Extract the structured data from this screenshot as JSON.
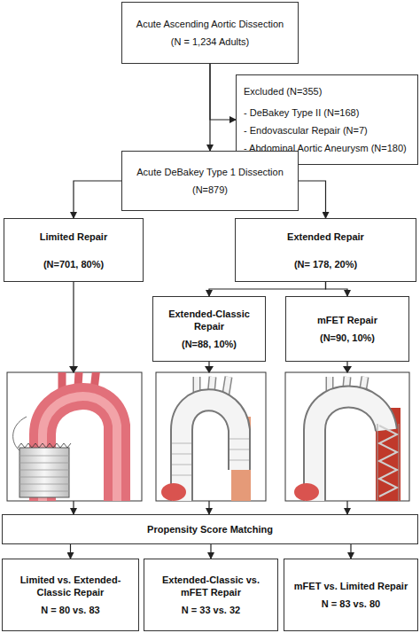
{
  "diagram": {
    "nodes": [
      {
        "text": [
          "Acute Ascending Aortic Dissection",
          "(N = 1,234 Adults)"
        ]
      },
      {
        "text": [
          "Excluded (N=355)",
          "- DeBakey Type II (N=168)",
          "- Endovascular Repair (N=7)",
          "- Abdominal Aortic Aneurysm (N=180)"
        ]
      },
      {
        "text": [
          "Acute DeBakey Type 1 Dissection",
          "(N=879)"
        ]
      },
      {
        "text": [
          "Limited Repair",
          "(N=701, 80%)"
        ]
      },
      {
        "text": [
          "Extended Repair",
          "(N= 178, 20%)"
        ]
      },
      {
        "text": [
          "Extended-Classic Repair",
          "(N=88, 10%)"
        ]
      },
      {
        "text": [
          "mFET Repair",
          "(N=90, 10%)"
        ]
      },
      {
        "text": [
          "Propensity Score Matching"
        ]
      },
      {
        "text": [
          "Limited vs. Extended-Classic Repair",
          "N = 80 vs. 83"
        ]
      },
      {
        "text": [
          "Extended-Classic vs. mFET Repair",
          "N = 33 vs. 32"
        ]
      },
      {
        "text": [
          "mFET vs. Limited Repair",
          "N = 83 vs. 80"
        ]
      }
    ],
    "edges": [
      {
        "from": 0,
        "to": 2,
        "arrow": "to"
      },
      {
        "from": 0,
        "to": 1,
        "arrow": "to"
      },
      {
        "from": 2,
        "to": 3,
        "arrow": "to"
      },
      {
        "from": 2,
        "to": 4,
        "arrow": "to"
      },
      {
        "from": 4,
        "to": 5,
        "arrow": "to"
      },
      {
        "from": 4,
        "to": 6,
        "arrow": "to"
      },
      {
        "from": 3,
        "to": 7,
        "arrow": "to"
      },
      {
        "from": 5,
        "to": 7,
        "arrow": "to"
      },
      {
        "from": 6,
        "to": 7,
        "arrow": "to"
      },
      {
        "from": 7,
        "to": 8,
        "arrow": "to"
      },
      {
        "from": 7,
        "to": 9,
        "arrow": "to"
      },
      {
        "from": 7,
        "to": 10,
        "arrow": "to"
      }
    ]
  }
}
